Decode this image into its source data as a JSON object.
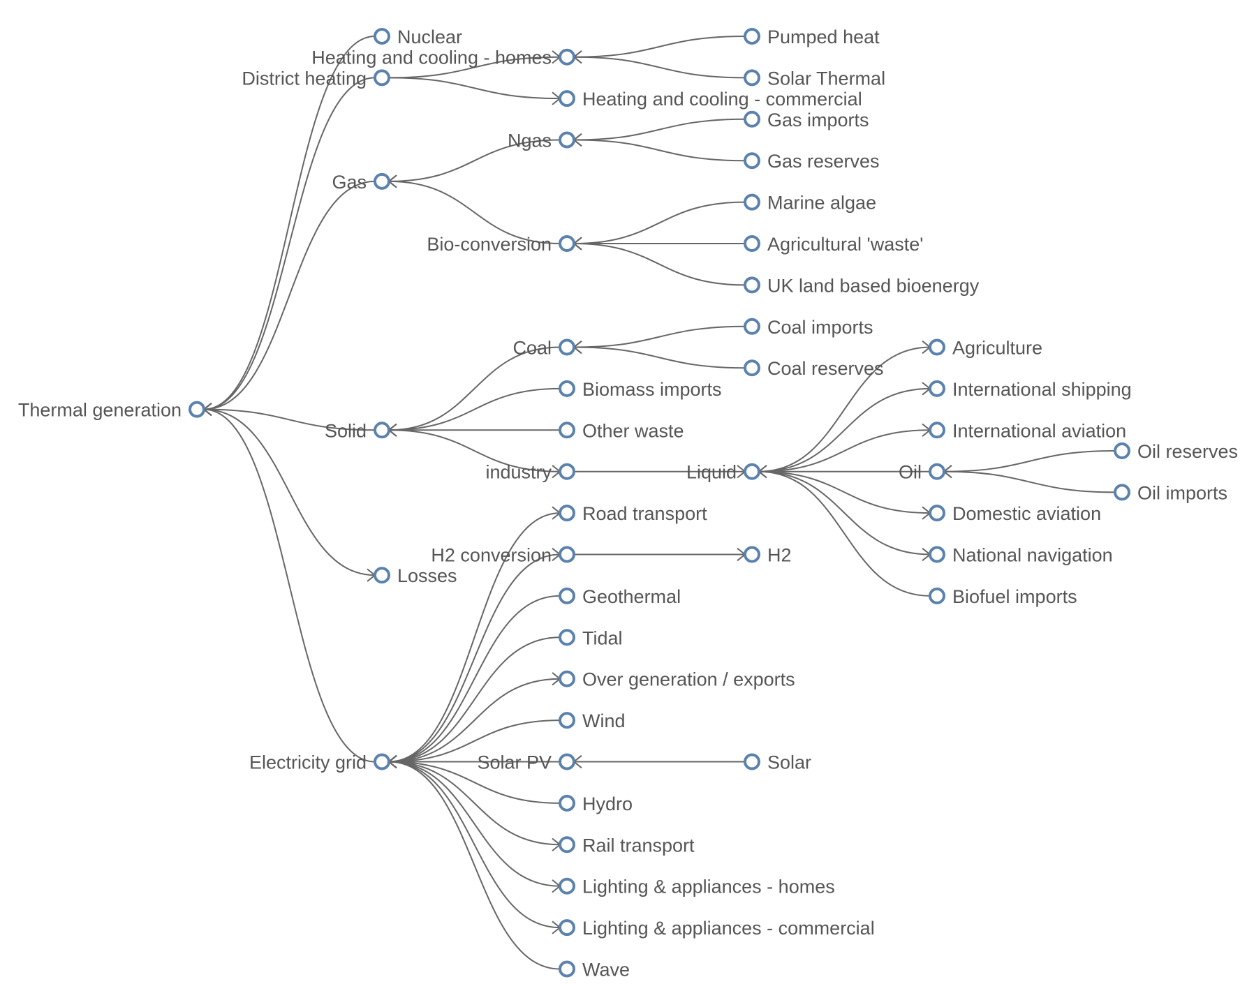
{
  "colors": {
    "node_stroke": "#5b82ad",
    "node_fill": "#ffffff",
    "link": "#666666",
    "label": "#555555"
  },
  "diagram": {
    "type": "tree",
    "root": "Thermal generation",
    "nodes": [
      {
        "id": "Thermal generation",
        "depth": 0,
        "row": 9,
        "label_side": "left"
      },
      {
        "id": "Nuclear",
        "depth": 1,
        "row": 0,
        "label_side": "right"
      },
      {
        "id": "District heating",
        "depth": 1,
        "row": 1,
        "label_side": "left"
      },
      {
        "id": "Gas",
        "depth": 1,
        "row": 3.5,
        "label_side": "left"
      },
      {
        "id": "Solid",
        "depth": 1,
        "row": 9.5,
        "label_side": "left"
      },
      {
        "id": "Losses",
        "depth": 1,
        "row": 13,
        "label_side": "right"
      },
      {
        "id": "Electricity grid",
        "depth": 1,
        "row": 17.5,
        "label_side": "left"
      },
      {
        "id": "Heating and cooling - homes",
        "depth": 2,
        "row": 0.5,
        "label_side": "left"
      },
      {
        "id": "Heating and cooling - commercial",
        "depth": 2,
        "row": 1.5,
        "label_side": "right"
      },
      {
        "id": "Ngas",
        "depth": 2,
        "row": 2.5,
        "label_side": "left"
      },
      {
        "id": "Bio-conversion",
        "depth": 2,
        "row": 5,
        "label_side": "left"
      },
      {
        "id": "Coal",
        "depth": 2,
        "row": 7.5,
        "label_side": "left"
      },
      {
        "id": "Biomass imports",
        "depth": 2,
        "row": 8.5,
        "label_side": "right"
      },
      {
        "id": "Other waste",
        "depth": 2,
        "row": 9.5,
        "label_side": "right"
      },
      {
        "id": "industry",
        "depth": 2,
        "row": 10.5,
        "label_side": "left"
      },
      {
        "id": "Road transport",
        "depth": 2,
        "row": 11.5,
        "label_side": "right"
      },
      {
        "id": "H2 conversion",
        "depth": 2,
        "row": 12.5,
        "label_side": "left"
      },
      {
        "id": "Geothermal",
        "depth": 2,
        "row": 13.5,
        "label_side": "right"
      },
      {
        "id": "Tidal",
        "depth": 2,
        "row": 14.5,
        "label_side": "right"
      },
      {
        "id": "Over generation / exports",
        "depth": 2,
        "row": 15.5,
        "label_side": "right"
      },
      {
        "id": "Wind",
        "depth": 2,
        "row": 16.5,
        "label_side": "right"
      },
      {
        "id": "Solar PV",
        "depth": 2,
        "row": 17.5,
        "label_side": "left"
      },
      {
        "id": "Hydro",
        "depth": 2,
        "row": 18.5,
        "label_side": "right"
      },
      {
        "id": "Rail transport",
        "depth": 2,
        "row": 19.5,
        "label_side": "right"
      },
      {
        "id": "Lighting & appliances - homes",
        "depth": 2,
        "row": 20.5,
        "label_side": "right"
      },
      {
        "id": "Lighting & appliances - commercial",
        "depth": 2,
        "row": 21.5,
        "label_side": "right"
      },
      {
        "id": "Wave",
        "depth": 2,
        "row": 22.5,
        "label_side": "right"
      },
      {
        "id": "Pumped heat",
        "depth": 3,
        "row": 0,
        "label_side": "right"
      },
      {
        "id": "Solar Thermal",
        "depth": 3,
        "row": 1,
        "label_side": "right"
      },
      {
        "id": "Gas imports",
        "depth": 3,
        "row": 2,
        "label_side": "right"
      },
      {
        "id": "Gas reserves",
        "depth": 3,
        "row": 3,
        "label_side": "right"
      },
      {
        "id": "Marine algae",
        "depth": 3,
        "row": 4,
        "label_side": "right"
      },
      {
        "id": "Agricultural 'waste'",
        "depth": 3,
        "row": 5,
        "label_side": "right"
      },
      {
        "id": "UK land based bioenergy",
        "depth": 3,
        "row": 6,
        "label_side": "right"
      },
      {
        "id": "Coal imports",
        "depth": 3,
        "row": 7,
        "label_side": "right"
      },
      {
        "id": "Coal reserves",
        "depth": 3,
        "row": 8,
        "label_side": "right"
      },
      {
        "id": "Liquid",
        "depth": 3,
        "row": 10.5,
        "label_side": "left"
      },
      {
        "id": "H2",
        "depth": 3,
        "row": 12.5,
        "label_side": "right"
      },
      {
        "id": "Solar",
        "depth": 3,
        "row": 17.5,
        "label_side": "right"
      },
      {
        "id": "Agriculture",
        "depth": 4,
        "row": 7.5,
        "label_side": "right"
      },
      {
        "id": "International shipping",
        "depth": 4,
        "row": 8.5,
        "label_side": "right"
      },
      {
        "id": "International aviation",
        "depth": 4,
        "row": 9.5,
        "label_side": "right"
      },
      {
        "id": "Oil",
        "depth": 4,
        "row": 10.5,
        "label_side": "left"
      },
      {
        "id": "Domestic aviation",
        "depth": 4,
        "row": 11.5,
        "label_side": "right"
      },
      {
        "id": "National navigation",
        "depth": 4,
        "row": 12.5,
        "label_side": "right"
      },
      {
        "id": "Biofuel imports",
        "depth": 4,
        "row": 13.5,
        "label_side": "right"
      },
      {
        "id": "Oil reserves",
        "depth": 5,
        "row": 10,
        "label_side": "right"
      },
      {
        "id": "Oil imports",
        "depth": 5,
        "row": 11,
        "label_side": "right"
      }
    ],
    "links": [
      {
        "from": "Thermal generation",
        "to": "Nuclear",
        "arrow": "source"
      },
      {
        "from": "Thermal generation",
        "to": "District heating",
        "arrow": "source"
      },
      {
        "from": "Thermal generation",
        "to": "Gas",
        "arrow": "source"
      },
      {
        "from": "Thermal generation",
        "to": "Solid",
        "arrow": "source"
      },
      {
        "from": "Thermal generation",
        "to": "Losses",
        "arrow": "target"
      },
      {
        "from": "Thermal generation",
        "to": "Electricity grid",
        "arrow": "source"
      },
      {
        "from": "District heating",
        "to": "Heating and cooling - homes",
        "arrow": "target"
      },
      {
        "from": "District heating",
        "to": "Heating and cooling - commercial",
        "arrow": "target"
      },
      {
        "from": "Gas",
        "to": "Ngas",
        "arrow": "source"
      },
      {
        "from": "Gas",
        "to": "Bio-conversion",
        "arrow": "source"
      },
      {
        "from": "Solid",
        "to": "Coal",
        "arrow": "source"
      },
      {
        "from": "Solid",
        "to": "Biomass imports",
        "arrow": "source"
      },
      {
        "from": "Solid",
        "to": "Other waste",
        "arrow": "source"
      },
      {
        "from": "Solid",
        "to": "industry",
        "arrow": "target"
      },
      {
        "from": "Electricity grid",
        "to": "Road transport",
        "arrow": "target"
      },
      {
        "from": "Electricity grid",
        "to": "H2 conversion",
        "arrow": "target"
      },
      {
        "from": "Electricity grid",
        "to": "Geothermal",
        "arrow": "source"
      },
      {
        "from": "Electricity grid",
        "to": "Tidal",
        "arrow": "source"
      },
      {
        "from": "Electricity grid",
        "to": "Over generation / exports",
        "arrow": "target"
      },
      {
        "from": "Electricity grid",
        "to": "Wind",
        "arrow": "source"
      },
      {
        "from": "Electricity grid",
        "to": "Solar PV",
        "arrow": "source"
      },
      {
        "from": "Electricity grid",
        "to": "Hydro",
        "arrow": "source"
      },
      {
        "from": "Electricity grid",
        "to": "Rail transport",
        "arrow": "target"
      },
      {
        "from": "Electricity grid",
        "to": "Lighting & appliances - homes",
        "arrow": "target"
      },
      {
        "from": "Electricity grid",
        "to": "Lighting & appliances - commercial",
        "arrow": "target"
      },
      {
        "from": "Electricity grid",
        "to": "Wave",
        "arrow": "source"
      },
      {
        "from": "Heating and cooling - homes",
        "to": "Pumped heat",
        "arrow": "source"
      },
      {
        "from": "Heating and cooling - homes",
        "to": "Solar Thermal",
        "arrow": "source"
      },
      {
        "from": "Ngas",
        "to": "Gas imports",
        "arrow": "source"
      },
      {
        "from": "Ngas",
        "to": "Gas reserves",
        "arrow": "source"
      },
      {
        "from": "Bio-conversion",
        "to": "Marine algae",
        "arrow": "source"
      },
      {
        "from": "Bio-conversion",
        "to": "Agricultural 'waste'",
        "arrow": "source"
      },
      {
        "from": "Bio-conversion",
        "to": "UK land based bioenergy",
        "arrow": "source"
      },
      {
        "from": "Coal",
        "to": "Coal imports",
        "arrow": "source"
      },
      {
        "from": "Coal",
        "to": "Coal reserves",
        "arrow": "source"
      },
      {
        "from": "industry",
        "to": "Liquid",
        "arrow": "target"
      },
      {
        "from": "H2 conversion",
        "to": "H2",
        "arrow": "target"
      },
      {
        "from": "Solar PV",
        "to": "Solar",
        "arrow": "source"
      },
      {
        "from": "Liquid",
        "to": "Agriculture",
        "arrow": "target"
      },
      {
        "from": "Liquid",
        "to": "International shipping",
        "arrow": "target"
      },
      {
        "from": "Liquid",
        "to": "International aviation",
        "arrow": "target"
      },
      {
        "from": "Liquid",
        "to": "Oil",
        "arrow": "source"
      },
      {
        "from": "Liquid",
        "to": "Domestic aviation",
        "arrow": "target"
      },
      {
        "from": "Liquid",
        "to": "National navigation",
        "arrow": "target"
      },
      {
        "from": "Liquid",
        "to": "Biofuel imports",
        "arrow": "source"
      },
      {
        "from": "Oil",
        "to": "Oil reserves",
        "arrow": "source"
      },
      {
        "from": "Oil",
        "to": "Oil imports",
        "arrow": "source"
      }
    ]
  }
}
